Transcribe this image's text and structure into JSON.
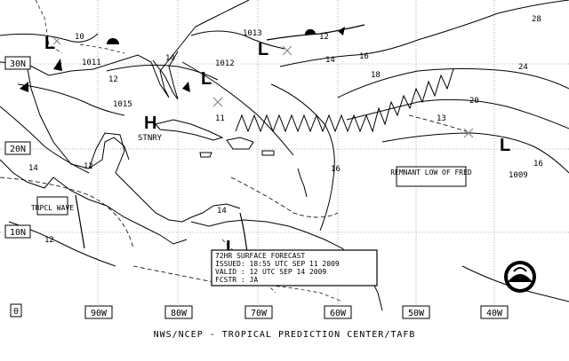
{
  "footer": "NWS/NCEP - TROPICAL PREDICTION CENTER/TAFB",
  "forecast_box": {
    "line1": "72HR SURFACE FORECAST",
    "line2": "ISSUED: 18:55 UTC SEP 11 2009",
    "line3": "VALID : 12 UTC SEP 14 2009",
    "line4": "FCSTR : JA"
  },
  "lat_labels": [
    "30N",
    "20N",
    "10N",
    "0"
  ],
  "lon_labels": [
    "90W",
    "80W",
    "70W",
    "60W",
    "50W",
    "40W"
  ],
  "pressure_centers": [
    {
      "symbol": "L",
      "value": "1013"
    },
    {
      "symbol": "L",
      "value": "1012"
    },
    {
      "symbol": "L",
      "value": "1011"
    },
    {
      "symbol": "H",
      "value": "1015",
      "note": "STNRY"
    },
    {
      "symbol": "L",
      "value": "1009"
    },
    {
      "symbol": "L",
      "value": ""
    }
  ],
  "isobar_labels": [
    "10",
    "12",
    "14",
    "16",
    "18",
    "20",
    "24",
    "28",
    "11",
    "13",
    "14",
    "12",
    "16",
    "14",
    "12",
    "14",
    "12",
    "16"
  ],
  "annotations": {
    "remnant_low": "REMNANT LOW OF FRED",
    "tropical_wave": "TRPCL WAVE",
    "stnry": "STNRY"
  },
  "logo": "NOAA"
}
